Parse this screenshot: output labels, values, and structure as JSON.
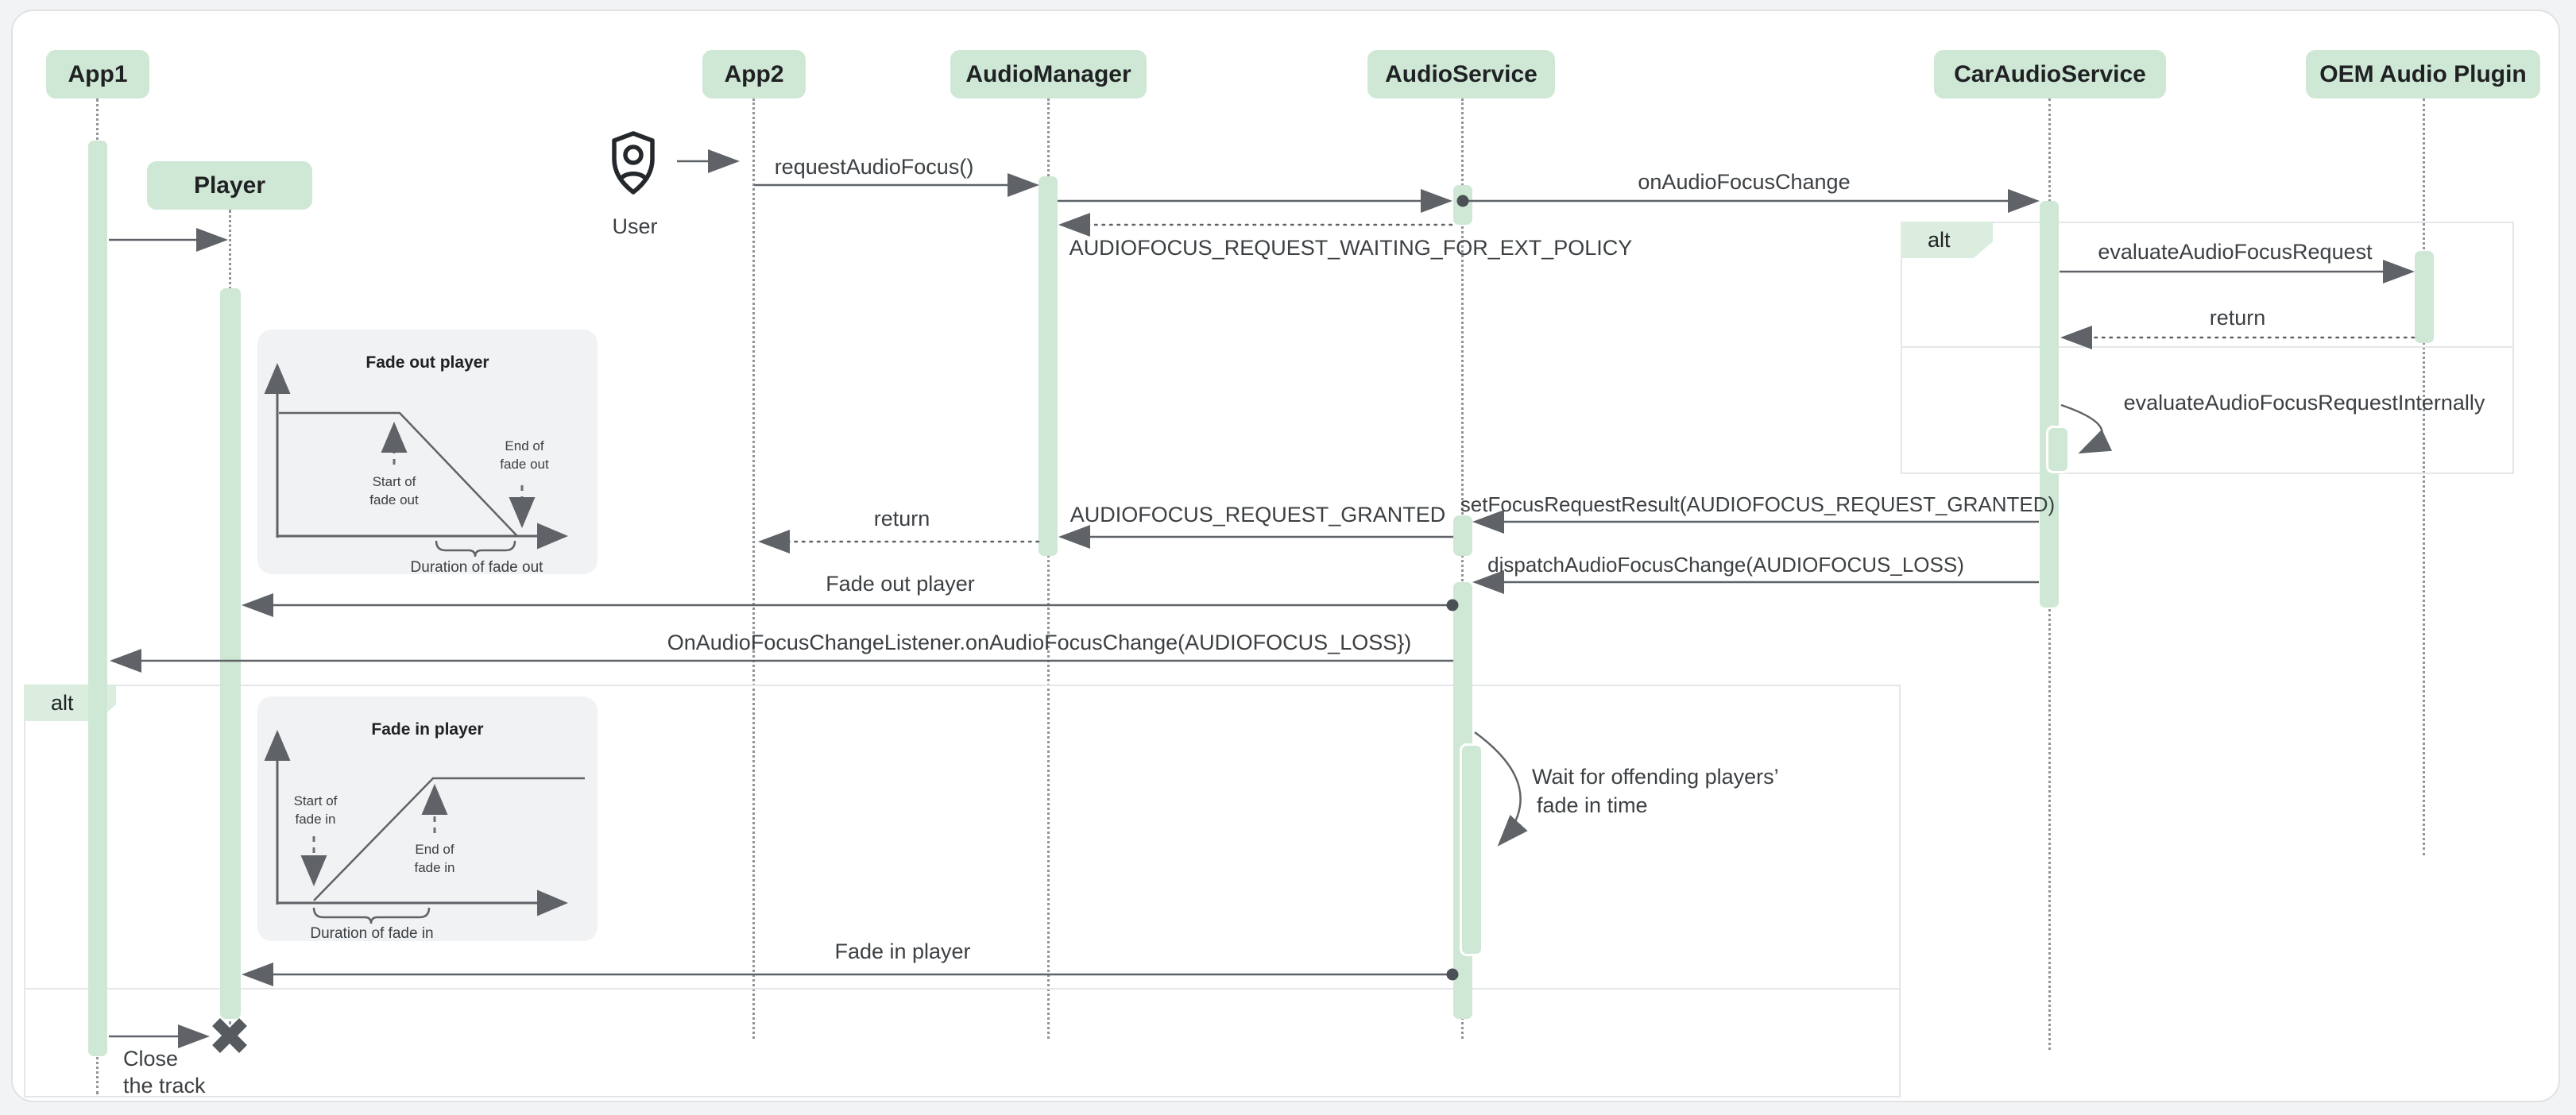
{
  "diagram": {
    "actors": [
      {
        "label": "App1"
      },
      {
        "label": "App2"
      },
      {
        "label": "AudioManager"
      },
      {
        "label": "AudioService"
      },
      {
        "label": "CarAudioService"
      },
      {
        "label": "OEM Audio Plugin"
      }
    ],
    "player_label": "Player",
    "user_label": "User",
    "frames": {
      "alt_right": "alt",
      "alt_left": "alt"
    },
    "messages": {
      "request_audio_focus": "requestAudioFocus()",
      "on_audio_focus_change": "onAudioFocusChange",
      "waiting_ext_policy": "AUDIOFOCUS_REQUEST_WAITING_FOR_EXT_POLICY",
      "evaluate_request": "evaluateAudioFocusRequest",
      "return_right": "return",
      "evaluate_internally": "evaluateAudioFocusRequestInternally",
      "set_focus_request_result": "setFocusRequestResult(AUDIOFOCUS_REQUEST_GRANTED)",
      "request_granted": "AUDIOFOCUS_REQUEST_GRANTED",
      "return_left": "return",
      "dispatch_focus_change": "dispatchAudioFocusChange(AUDIOFOCUS_LOSS)",
      "fade_out_player": "Fade out player",
      "on_change_listener": "OnAudioFocusChangeListener.onAudioFocusChange(AUDIOFOCUS_LOSS})",
      "wait_line1": "Wait for offending players’",
      "wait_line2": "fade in time",
      "fade_in_player": "Fade in player",
      "close_line1": "Close",
      "close_line2": "the track"
    },
    "insets": {
      "fade_out": {
        "title": "Fade out player",
        "start_line1": "Start of",
        "start_line2": "fade out",
        "end_line1": "End of",
        "end_line2": "fade out",
        "duration": "Duration of fade out"
      },
      "fade_in": {
        "title": "Fade in player",
        "start_line1": "Start of",
        "start_line2": "fade in",
        "end_line1": "End of",
        "end_line2": "fade in",
        "duration": "Duration of fade in"
      }
    },
    "colors": {
      "accent_green": "#cfe8d5",
      "alt_label_green": "#dbeddf",
      "line_gray": "#5f6368",
      "text_gray": "#3c4043",
      "frame_border": "#e4e6e9",
      "inset_bg": "#f0f2f4",
      "page_bg": "#f1f3f4",
      "card_bg": "#ffffff"
    }
  }
}
